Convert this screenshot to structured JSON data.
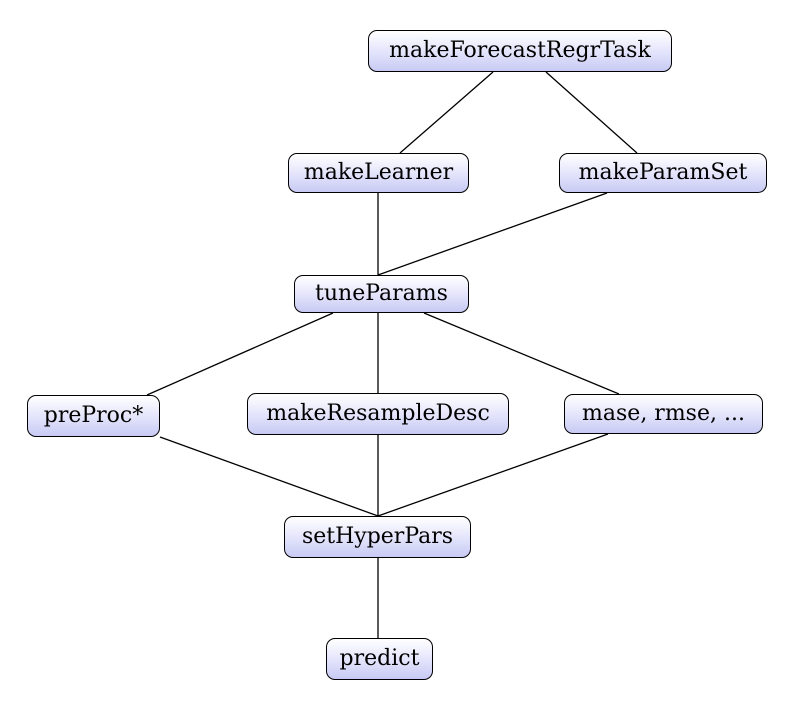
{
  "nodes": {
    "task": "makeForecastRegrTask",
    "learner": "makeLearner",
    "param_set": "makeParamSet",
    "tune": "tuneParams",
    "preproc": "preProc*",
    "resample_desc": "makeResampleDesc",
    "measures": "mase, rmse, ...",
    "hyper": "setHyperPars",
    "predict": "predict"
  },
  "edges": [
    [
      "task",
      "learner"
    ],
    [
      "task",
      "param_set"
    ],
    [
      "learner",
      "tune"
    ],
    [
      "param_set",
      "tune"
    ],
    [
      "tune",
      "preproc"
    ],
    [
      "tune",
      "resample_desc"
    ],
    [
      "tune",
      "measures"
    ],
    [
      "preproc",
      "hyper"
    ],
    [
      "resample_desc",
      "hyper"
    ],
    [
      "measures",
      "hyper"
    ],
    [
      "hyper",
      "predict"
    ]
  ],
  "colors": {
    "node_fill_top": "#ffffff",
    "node_fill_bottom": "#c8caf4",
    "border": "#000000",
    "edge": "#000000"
  }
}
